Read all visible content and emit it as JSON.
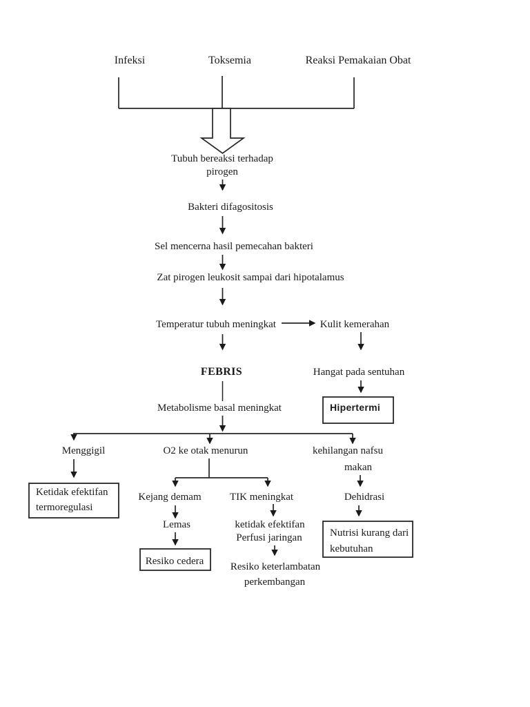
{
  "colors": {
    "ink": "#1b1b1b",
    "page": "#ffffff"
  },
  "diagram": {
    "causes": [
      "Infeksi",
      "Toksemia",
      "Reaksi Pemakaian Obat"
    ],
    "chain": {
      "tubuh": [
        "Tubuh bereaksi terhadap",
        "pirogen"
      ],
      "bakteri": "Bakteri difagositosis",
      "sel": "Sel mencerna hasil pemecahan bakteri",
      "zat": "Zat pirogen leukosit sampai dari hipotalamus",
      "temperatur": "Temperatur tubuh meningkat",
      "febris": "FEBRIS",
      "metabolisme": "Metabolisme basal meningkat"
    },
    "skin_branch": {
      "kulit": "Kulit kemerahan",
      "hangat": "Hangat pada sentuhan",
      "hipertermi": "Hipertermi"
    },
    "left_branch": {
      "menggigil": "Menggigil",
      "termoregulasi": [
        "Ketidak efektifan",
        "termoregulasi"
      ]
    },
    "center_branch": {
      "o2": "O2 ke otak menurun",
      "kejang": "Kejang demam",
      "lemas": "Lemas",
      "resiko_cedera": "Resiko cedera",
      "tik": "TIK meningkat",
      "perfusi": [
        "ketidak efektifan",
        "Perfusi jaringan"
      ],
      "keterlambatan": [
        "Resiko keterlambatan",
        "perkembangan"
      ]
    },
    "right_branch": {
      "kehilangan": [
        "kehilangan nafsu",
        "makan"
      ],
      "dehidrasi": "Dehidrasi",
      "nutrisi": [
        "Nutrisi kurang dari",
        "kebutuhan"
      ]
    }
  }
}
